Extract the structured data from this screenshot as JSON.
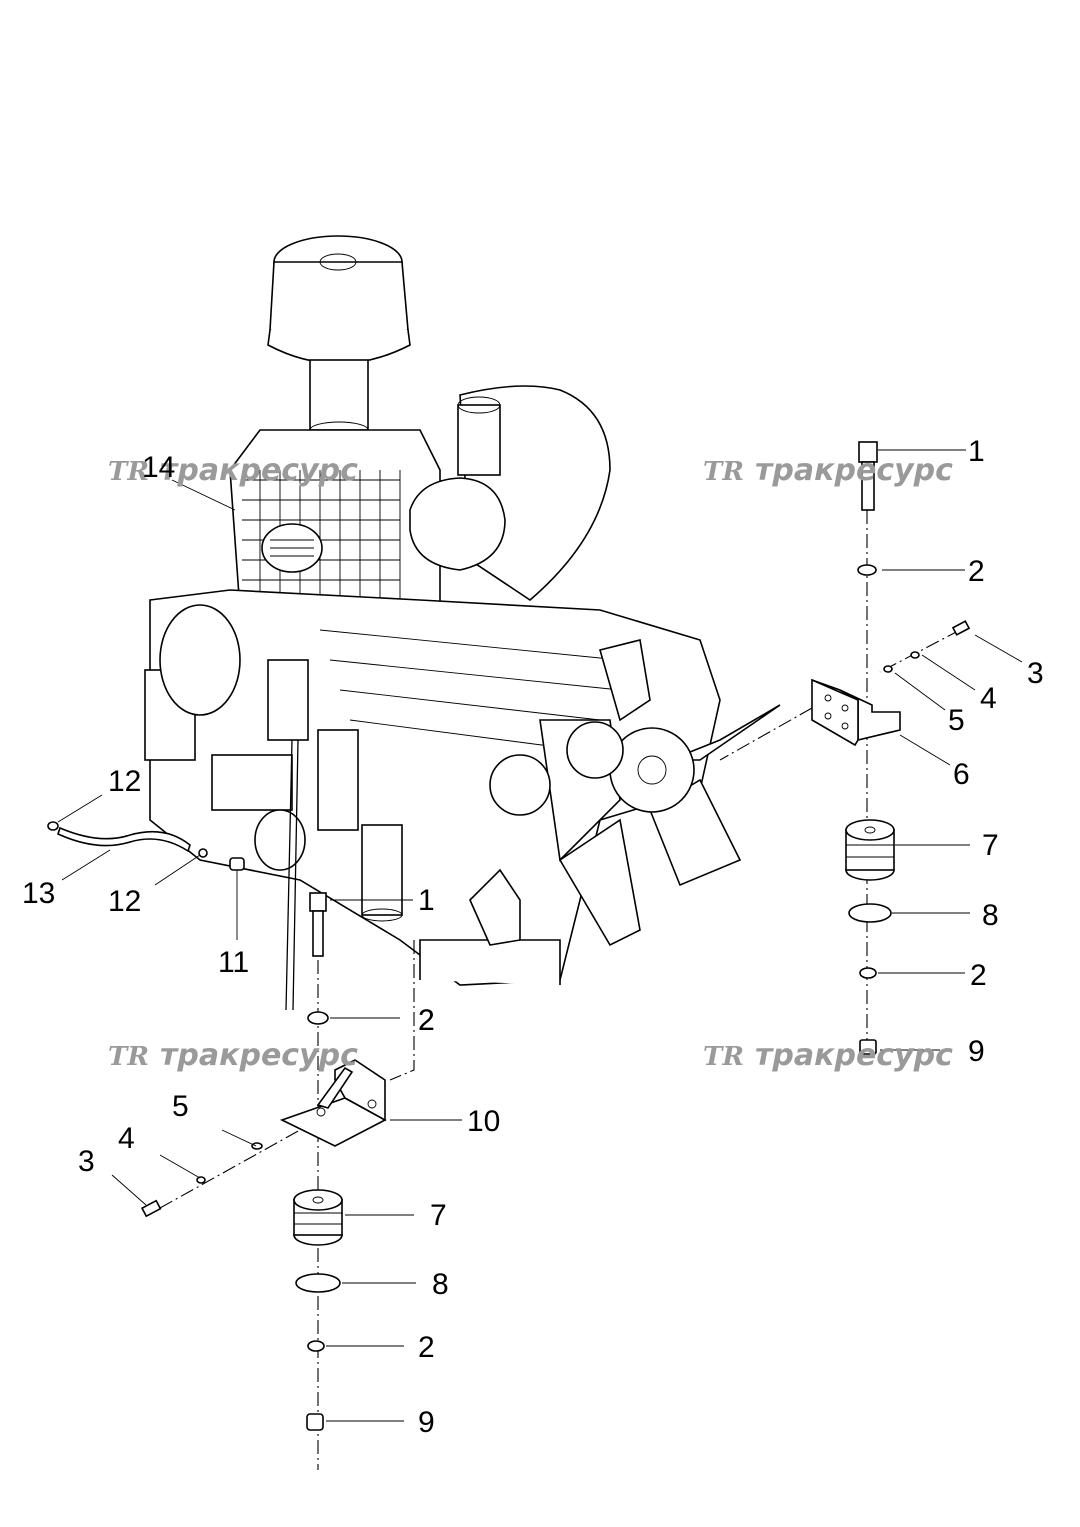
{
  "watermark": {
    "logo": "TR",
    "text": "тракресурс"
  },
  "callouts": [
    "1",
    "2",
    "2",
    "2",
    "3",
    "4",
    "5",
    "6",
    "7",
    "8",
    "9",
    "12",
    "13",
    "12",
    "11",
    "1",
    "2",
    "10",
    "5",
    "4",
    "3",
    "7",
    "8",
    "2",
    "9",
    "14"
  ]
}
